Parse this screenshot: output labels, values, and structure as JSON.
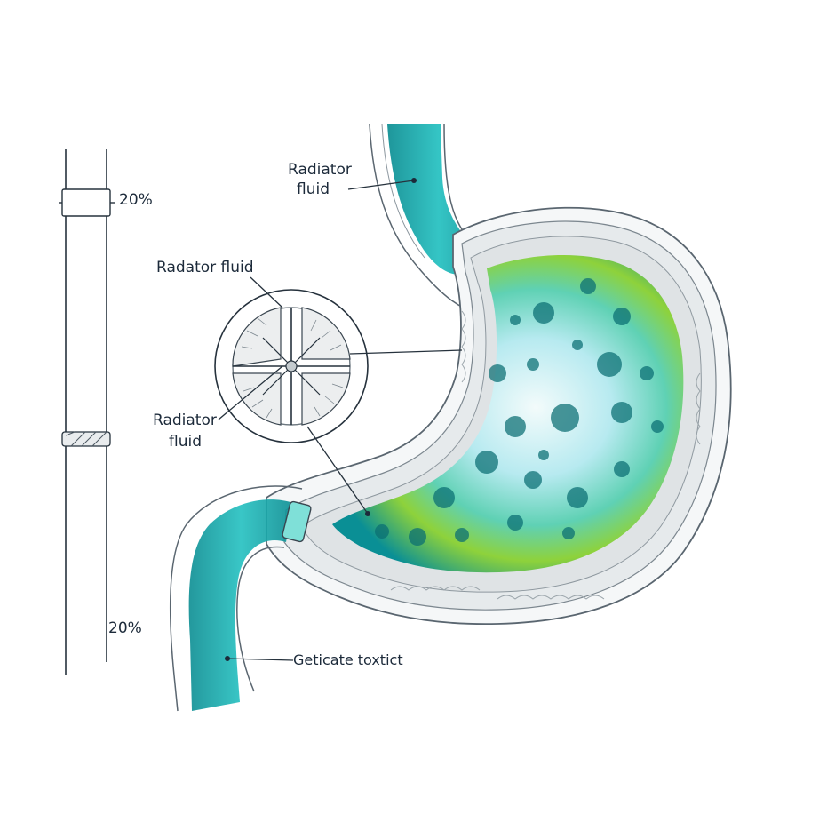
{
  "labels": {
    "radiator_top": [
      "Radiator",
      "fluid"
    ],
    "radiator_mid": "Radator fluid",
    "radiator_low": [
      "Radiator",
      "fluid"
    ],
    "bottom": "Geticate toxtict"
  },
  "tube_markers": {
    "upper": "20%",
    "lower": "20%"
  },
  "colors": {
    "ink": "#1c2a3a",
    "teal": "#0fa5a8",
    "dark_teal": "#0a6e73",
    "lime": "#8ed23b",
    "outline": "#6d7880"
  }
}
